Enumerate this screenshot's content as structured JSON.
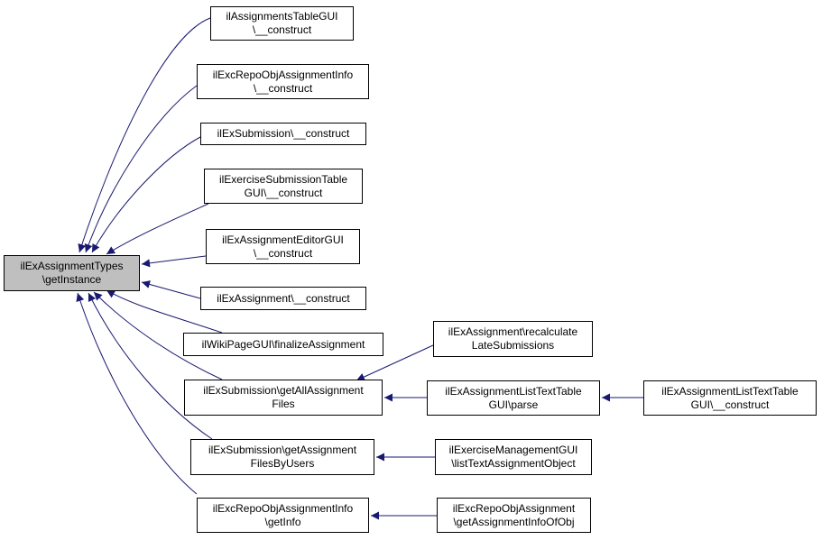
{
  "diagram": {
    "nodes": {
      "root": {
        "line1": "ilExAssignmentTypes",
        "line2": "\\getInstance"
      },
      "n_atgui": {
        "line1": "ilAssignmentsTableGUI",
        "line2": "\\__construct"
      },
      "n_erai": {
        "line1": "ilExcRepoObjAssignmentInfo",
        "line2": "\\__construct"
      },
      "n_exsub": {
        "line1": "ilExSubmission\\__construct",
        "line2": ""
      },
      "n_exsubt": {
        "line1": "ilExerciseSubmissionTable",
        "line2": "GUI\\__construct"
      },
      "n_exaed": {
        "line1": "ilExAssignmentEditorGUI",
        "line2": "\\__construct"
      },
      "n_exa": {
        "line1": "ilExAssignment\\__construct",
        "line2": ""
      },
      "n_wiki": {
        "line1": "ilWikiPageGUI\\finalizeAssignment",
        "line2": ""
      },
      "n_gaf": {
        "line1": "ilExSubmission\\getAllAssignment",
        "line2": "Files"
      },
      "n_gafu": {
        "line1": "ilExSubmission\\getAssignment",
        "line2": "FilesByUsers"
      },
      "n_geti": {
        "line1": "ilExcRepoObjAssignmentInfo",
        "line2": "\\getInfo"
      },
      "n_rls": {
        "line1": "ilExAssignment\\recalculate",
        "line2": "LateSubmissions"
      },
      "n_parse": {
        "line1": "ilExAssignmentListTextTable",
        "line2": "GUI\\parse"
      },
      "n_altc": {
        "line1": "ilExAssignmentListTextTable",
        "line2": "GUI\\__construct"
      },
      "n_emg": {
        "line1": "ilExerciseManagementGUI",
        "line2": "\\listTextAssignmentObject"
      },
      "n_erao": {
        "line1": "ilExcRepoObjAssignment",
        "line2": "\\getAssignmentInfoOfObj"
      }
    },
    "colors": {
      "edge": "#191970",
      "root_fill": "#bfbfbf",
      "node_border": "#000000",
      "background": "#ffffff"
    }
  }
}
